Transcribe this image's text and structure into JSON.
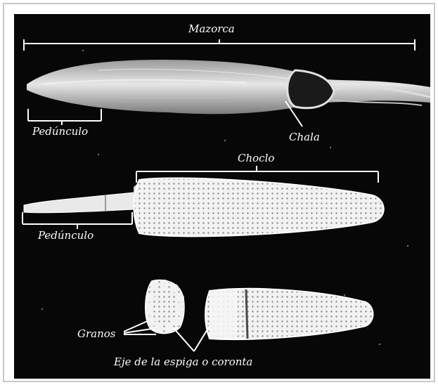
{
  "figure": {
    "colors": {
      "background": "#070707",
      "frame": "#c9c9c9",
      "annotation": "#ffffff",
      "husk": "#d9d9d9",
      "kernels": "#e8e8e8"
    },
    "labels": {
      "mazorca": "Mazorca",
      "pedunculo_top": "Pedúnculo",
      "chala": "Chala",
      "choclo": "Choclo",
      "pedunculo_mid": "Pedúnculo",
      "granos": "Granos",
      "eje": "Eje de la espiga o coronta"
    }
  }
}
